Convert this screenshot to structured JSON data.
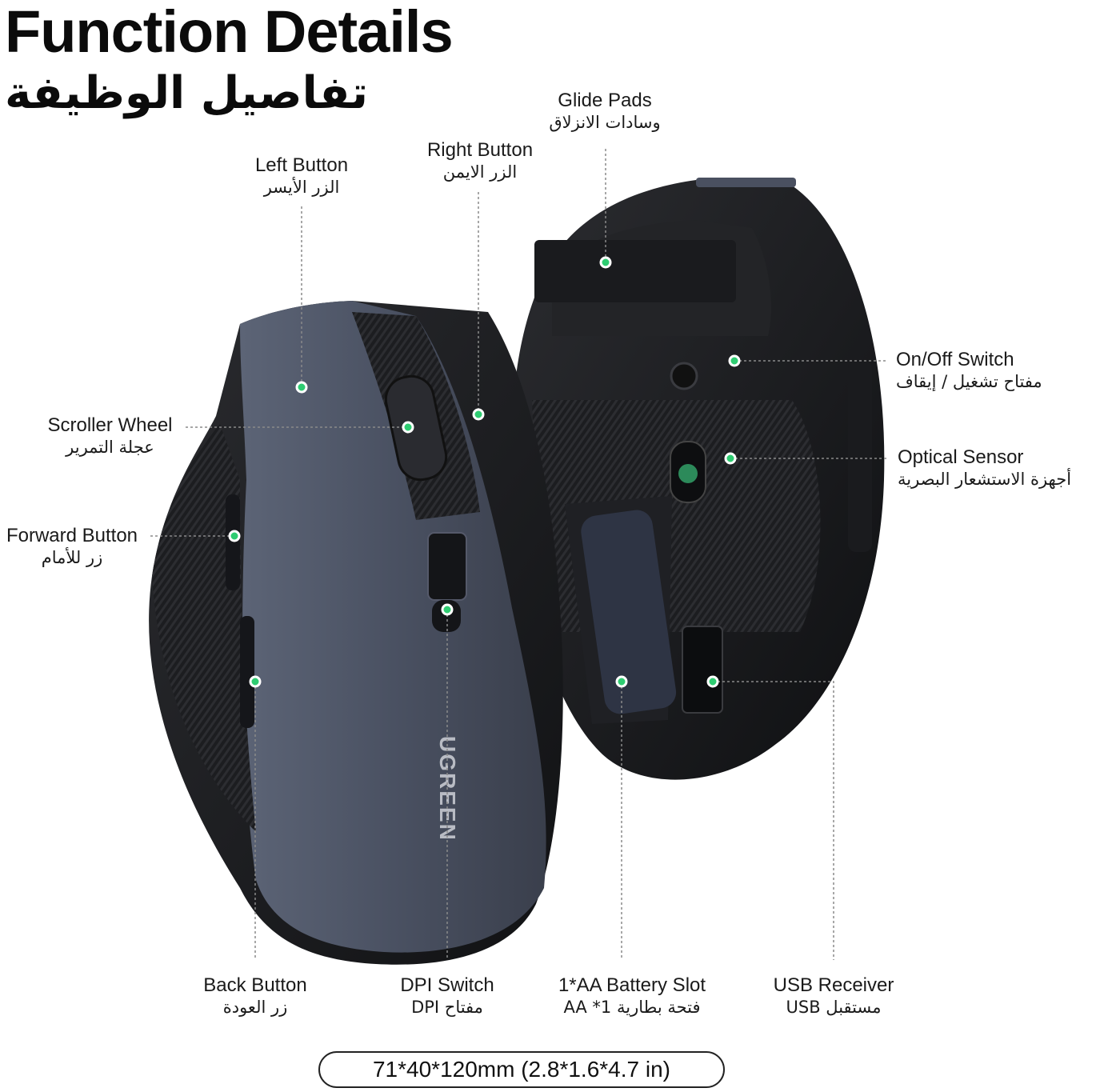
{
  "header": {
    "title_en": "Function Details",
    "title_ar": "تفاصيل الوظيفة"
  },
  "brand": {
    "logo_text": "UGREEN"
  },
  "labels": {
    "glide_pads": {
      "en": "Glide Pads",
      "ar": "وسادات الانزلاق"
    },
    "left_button": {
      "en": "Left Button",
      "ar": "الزر الأيسر"
    },
    "right_button": {
      "en": "Right Button",
      "ar": "الزر الايمن"
    },
    "onoff_switch": {
      "en": "On/Off Switch",
      "ar": "مفتاح تشغيل / إيقاف"
    },
    "scroller_wheel": {
      "en": "Scroller Wheel",
      "ar": "عجلة التمرير"
    },
    "optical_sensor": {
      "en": "Optical Sensor",
      "ar": "أجهزة الاستشعار البصرية"
    },
    "forward_button": {
      "en": "Forward Button",
      "ar": "زر للأمام"
    },
    "back_button": {
      "en": "Back Button",
      "ar": "زر العودة"
    },
    "dpi_switch": {
      "en": "DPI Switch",
      "ar": "مفتاح DPI"
    },
    "battery_slot": {
      "en": "1*AA Battery Slot",
      "ar": "فتحة بطارية AA *1"
    },
    "usb_receiver": {
      "en": "USB Receiver",
      "ar": "مستقبل USB"
    }
  },
  "dimensions": "71*40*120mm (2.8*1.6*4.7 in)",
  "colors": {
    "dot": "#2ecc71",
    "line": "#8a8a8a",
    "mouse_top": "#4a5263",
    "mouse_body": "#1b1c1f"
  }
}
